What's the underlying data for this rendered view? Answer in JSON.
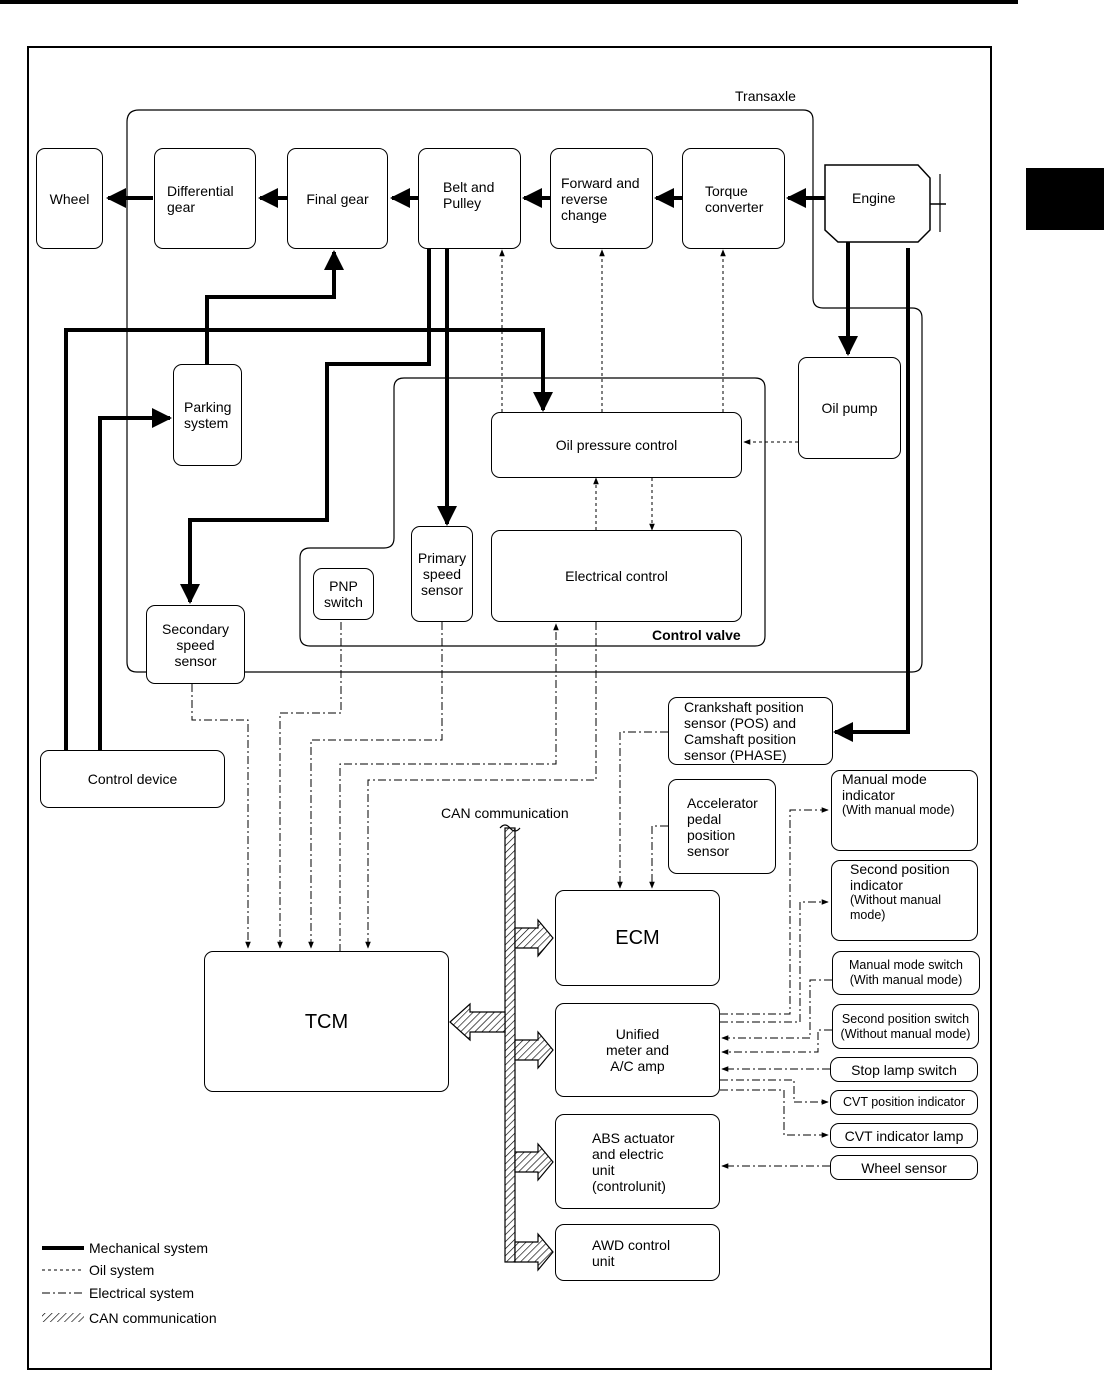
{
  "diagram": {
    "transaxle_label": "Transaxle",
    "control_valve_label": "Control valve",
    "can_label": "CAN communication",
    "boxes": {
      "wheel": "Wheel",
      "differential_gear": "Differential\ngear",
      "final_gear": "Final gear",
      "belt_pulley": "Belt and\nPulley",
      "forward_reverse": "Forward and\nreverse\nchange",
      "torque_converter": "Torque\nconverter",
      "engine": "Engine",
      "parking_system": "Parking\nsystem",
      "oil_pump": "Oil pump",
      "oil_pressure_control": "Oil pressure control",
      "electrical_control": "Electrical control",
      "pnp_switch": "PNP\nswitch",
      "primary_speed_sensor": "Primary\nspeed\nsensor",
      "secondary_speed_sensor": "Secondary\nspeed\nsensor",
      "control_device": "Control device",
      "crankshaft_sensor": "Crankshaft position\nsensor (POS) and\nCamshaft position\nsensor (PHASE)",
      "accelerator_sensor": "Accelerator\npedal\nposition\nsensor",
      "manual_mode_indicator_main": "Manual mode\nindicator",
      "manual_mode_indicator_sub": "(With manual mode)",
      "second_position_indicator_main": "Second position\nindicator",
      "second_position_indicator_sub": "(Without manual\nmode)",
      "manual_mode_switch": "Manual mode switch\n(With manual mode)",
      "second_position_switch": "Second position switch\n(Without manual mode)",
      "stop_lamp_switch": "Stop lamp switch",
      "cvt_position_indicator": "CVT position indicator",
      "cvt_indicator_lamp": "CVT indicator lamp",
      "wheel_sensor": "Wheel sensor",
      "ecm": "ECM",
      "tcm": "TCM",
      "unified_meter": "Unified\nmeter and\nA/C amp",
      "abs_actuator": "ABS actuator\nand electric\nunit\n(controlunit)",
      "awd_control": "AWD control\nunit"
    },
    "legend": [
      {
        "type": "mechanical",
        "label": "Mechanical system"
      },
      {
        "type": "oil",
        "label": "Oil system"
      },
      {
        "type": "electrical",
        "label": "Electrical system"
      },
      {
        "type": "can",
        "label": "CAN communication"
      }
    ]
  }
}
